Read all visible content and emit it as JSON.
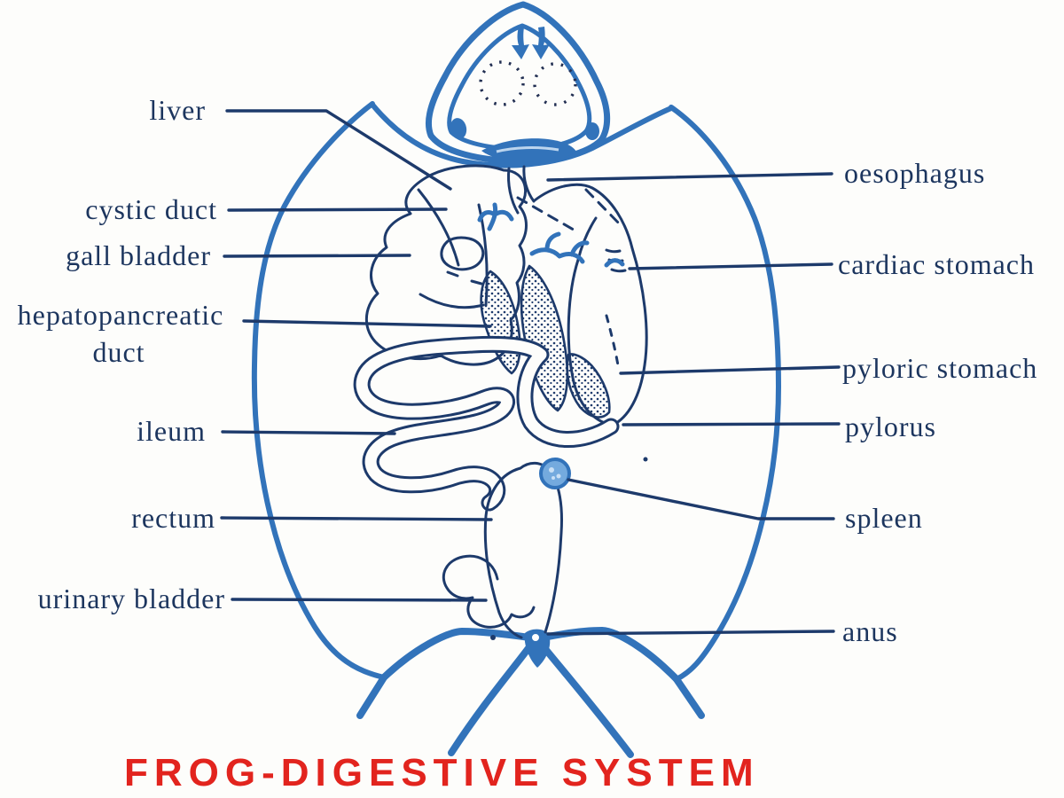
{
  "title": {
    "text": "FROG-DIGESTIVE SYSTEM"
  },
  "labels": {
    "liver": "liver",
    "cystic_duct": "cystic duct",
    "gall_bladder": "gall bladder",
    "hepatopancreatic_duct_line1": "hepatopancreatic",
    "hepatopancreatic_duct_line2": "duct",
    "ileum": "ileum",
    "rectum": "rectum",
    "urinary_bladder": "urinary bladder",
    "oesophagus": "oesophagus",
    "cardiac_stomach": "cardiac stomach",
    "pyloric_stomach": "pyloric stomach",
    "pylorus": "pylorus",
    "spleen": "spleen",
    "anus": "anus"
  },
  "colors": {
    "diagram_blue": "#3273ba",
    "organ_line_navy": "#1d3a6b",
    "label_navy": "#1c355e",
    "title_red": "#e2241e",
    "spleen_fill": "#74aade",
    "background": "#fdfdfb"
  }
}
